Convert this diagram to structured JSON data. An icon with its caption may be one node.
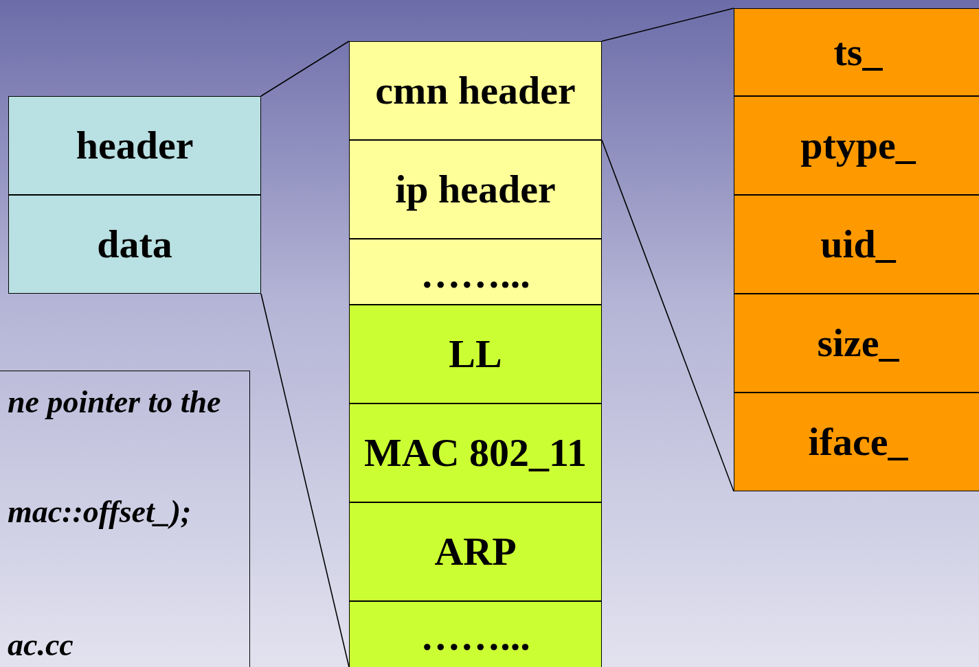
{
  "diagram": {
    "nodes": [
      {
        "text": [
          "header"
        ]
      },
      {
        "text": [
          "data"
        ]
      },
      {
        "text": [
          "cmn header"
        ]
      },
      {
        "text": [
          "ip header"
        ]
      },
      {
        "text": [
          "……..."
        ]
      },
      {
        "text": [
          "LL"
        ]
      },
      {
        "text": [
          "MAC 802_11"
        ]
      },
      {
        "text": [
          "ARP"
        ]
      },
      {
        "text": [
          "……..."
        ]
      },
      {
        "text": [
          "ts_"
        ]
      },
      {
        "text": [
          "ptype_"
        ]
      },
      {
        "text": [
          "uid_"
        ]
      },
      {
        "text": [
          "size_"
        ]
      },
      {
        "text": [
          "iface_"
        ]
      },
      {
        "text": [
          "ne pointer to the",
          "mac::offset_);",
          "ac.cc"
        ]
      }
    ],
    "edges": [
      {
        "from": 0,
        "to": 2,
        "arrow": "none"
      },
      {
        "from": 1,
        "to": 8,
        "arrow": "none"
      },
      {
        "from": 2,
        "to": 9,
        "arrow": "none"
      },
      {
        "from": 2,
        "to": 13,
        "arrow": "none"
      }
    ]
  }
}
